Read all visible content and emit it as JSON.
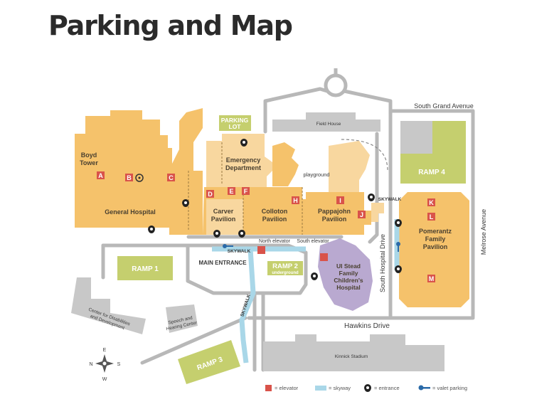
{
  "page": {
    "title": "Parking and Map"
  },
  "colors": {
    "building": "#f5c26b",
    "building_light": "#f8d79f",
    "parking": "#c5cf6e",
    "childrens": "#b9a9d0",
    "road": "#b8b8b8",
    "skyway": "#a9d7e8",
    "elevator": "#d9534a",
    "stadium": "#c8c8c8",
    "valet": "#2a6aa8"
  },
  "map": {
    "streets": {
      "south_grand": "South Grand Avenue",
      "melrose": "Melrose Avenue",
      "south_hospital": "South Hospital Drive",
      "hawkins": "Hawkins Drive"
    },
    "buildings": {
      "boyd_tower": "Boyd Tower",
      "general_hospital": "General Hospital",
      "field_house": "Field House",
      "emergency": "Emergency Department",
      "playground": "playground",
      "carver": "Carver Pavilion",
      "colloton": "Colloton Pavilion",
      "pappajohn": "Pappajohn Pavilion",
      "childrens": "UI Stead Family Children's Hospital",
      "pomerantz": "Pomerantz Family Pavilion",
      "kinnick": "Kinnick Stadium",
      "disabilities": "Center for Disabilities and Development",
      "speech": "Speech and Hearing Center"
    },
    "parking": {
      "lot": "PARKING LOT",
      "ramp1": "RAMP 1",
      "ramp2": "RAMP 2",
      "ramp2_sub": "underground",
      "ramp3": "RAMP 3",
      "ramp4": "RAMP 4"
    },
    "labels": {
      "main_entrance": "MAIN ENTRANCE",
      "skywalk": "SKYWALK",
      "north_elevator": "North elevator",
      "south_elevator": "South elevator"
    },
    "elevators": [
      "A",
      "B",
      "C",
      "D",
      "E",
      "F",
      "H",
      "I",
      "J",
      "K",
      "L",
      "M"
    ],
    "compass": {
      "n": "N",
      "e": "E",
      "s": "S",
      "w": "W"
    }
  },
  "legend": {
    "elevator": "= elevator",
    "skyway": "= skyway",
    "entrance": "= entrance",
    "valet": "= valet parking"
  }
}
